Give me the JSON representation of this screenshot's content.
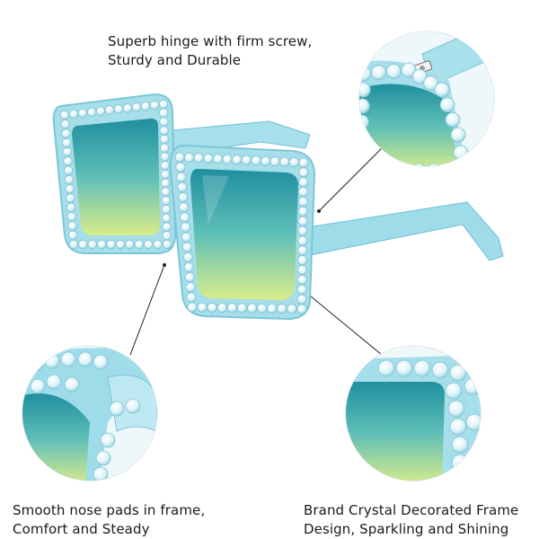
{
  "captions": {
    "hinge": [
      "Superb hinge with firm screw,",
      "Sturdy and Durable"
    ],
    "nose_pads": [
      "Smooth nose pads in frame,",
      "Comfort and Steady"
    ],
    "crystal": [
      "Brand Crystal Decorated Frame",
      "Design, Sparkling and Shining"
    ]
  },
  "colors": {
    "frame": "#9fdcea",
    "frame_dark": "#6fc0d4",
    "lens_top": "#1f8f9e",
    "lens_mid": "#5fbfb8",
    "lens_bottom": "#d9ec8a",
    "crystal": "#f4fbfd",
    "leader_line": "#222222"
  }
}
